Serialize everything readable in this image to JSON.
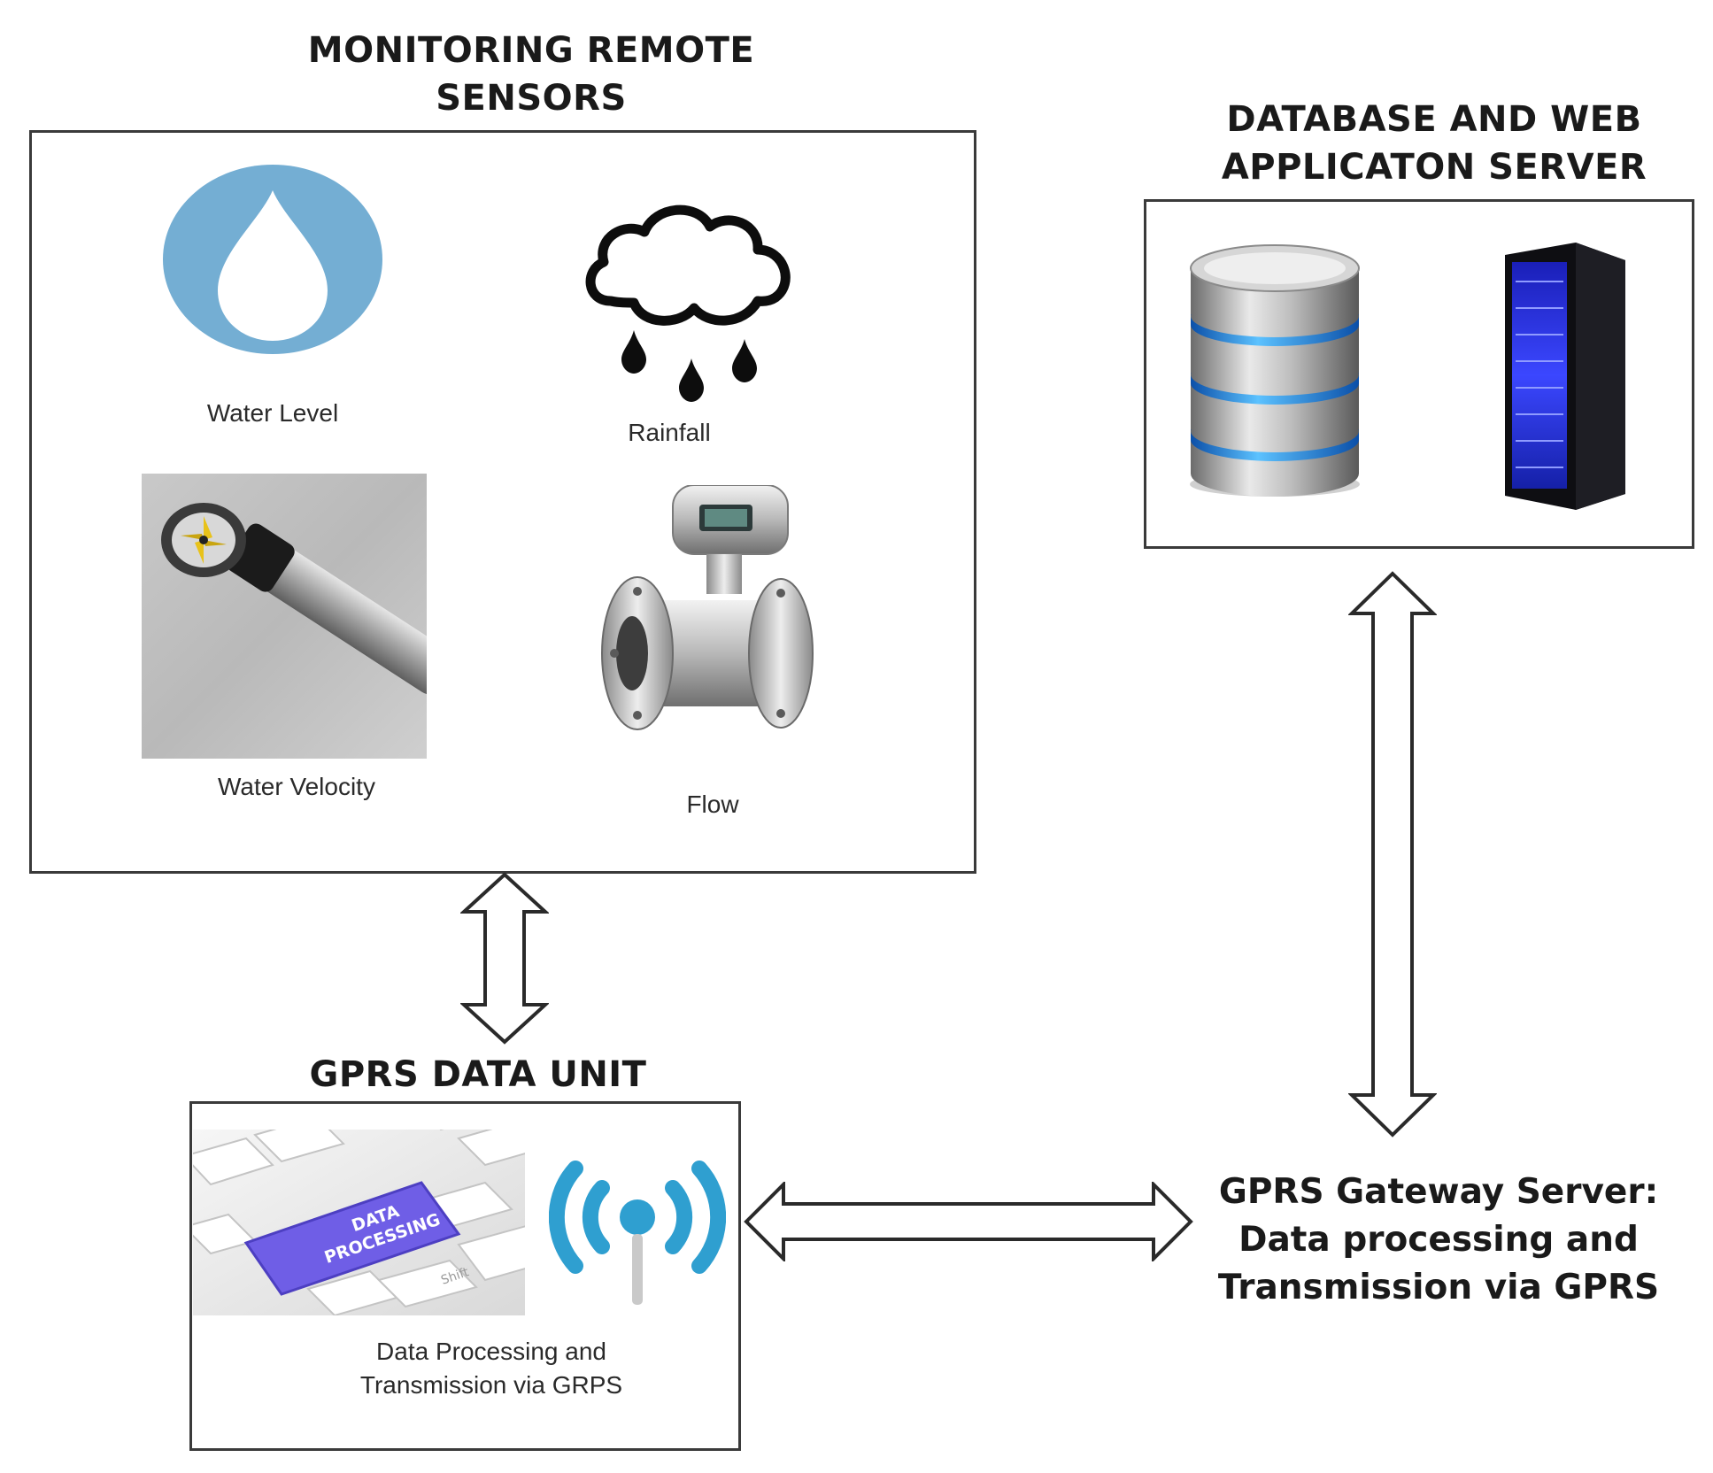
{
  "sensors": {
    "title_line1": "MONITORING REMOTE",
    "title_line2": "SENSORS",
    "items": [
      {
        "label": "Water Level",
        "icon": "water-drop-icon"
      },
      {
        "label": "Rainfall",
        "icon": "rain-cloud-icon"
      },
      {
        "label": "Water Velocity",
        "icon": "velocity-probe-image"
      },
      {
        "label": "Flow",
        "icon": "flow-meter-image"
      }
    ]
  },
  "server": {
    "title_line1": "DATABASE AND WEB",
    "title_line2": "APPLICATON SERVER",
    "icons": [
      "database-icon",
      "server-rack-icon"
    ]
  },
  "gprs_unit": {
    "title": "GPRS DATA UNIT",
    "keyboard_key_line1": "DATA",
    "keyboard_key_line2": "PROCESSING",
    "keyboard_shift": "Shift",
    "caption_line1": "Data Processing and",
    "caption_line2": "Transmission via GRPS",
    "icons": [
      "keyboard-image",
      "wireless-antenna-icon"
    ]
  },
  "gateway": {
    "line1": "GPRS Gateway Server:",
    "line2": "Data processing and",
    "line3": "Transmission via GPRS"
  },
  "colors": {
    "water_drop": "#74aed3",
    "database_ring": "#2f9be8",
    "server_glow": "#2b3cff",
    "antenna": "#2f9fd0",
    "key": "#6f5ee6",
    "border": "#3a3a3a"
  }
}
